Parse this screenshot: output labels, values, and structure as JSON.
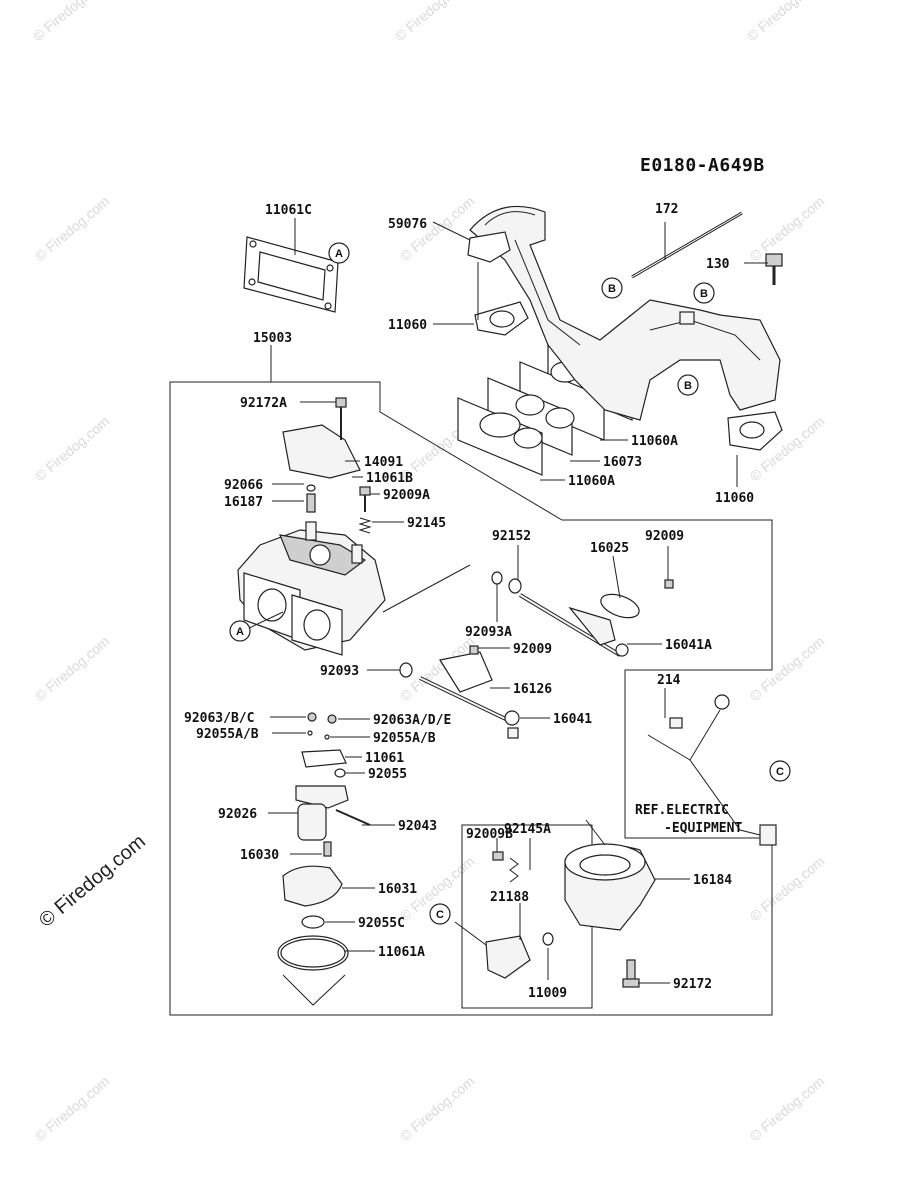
{
  "diagram_code": "E0180-A649B",
  "watermark_text": "© Firedog.com",
  "labels": [
    "11061C",
    "59076",
    "172",
    "130",
    "11060",
    "15003",
    "92172A",
    "14091",
    "11061B",
    "92066",
    "16187",
    "92009A",
    "92145",
    "11060A",
    "16073",
    "11060A",
    "11060",
    "92152",
    "16025",
    "92009",
    "92093A",
    "92009",
    "16041A",
    "92093",
    "16126",
    "214",
    "92063/B/C",
    "92063A/D/E",
    "92055A/B",
    "92055A/B",
    "16041",
    "11061",
    "92055",
    "92026",
    "92043",
    "REF.ELECTRIC",
    "-EQUIPMENT",
    "92009B",
    "92145A",
    "16184",
    "16030",
    "16031",
    "21188",
    "92055C",
    "11061A",
    "11009",
    "92172"
  ],
  "callouts": [
    "A",
    "A",
    "B",
    "B",
    "B",
    "C",
    "C"
  ]
}
